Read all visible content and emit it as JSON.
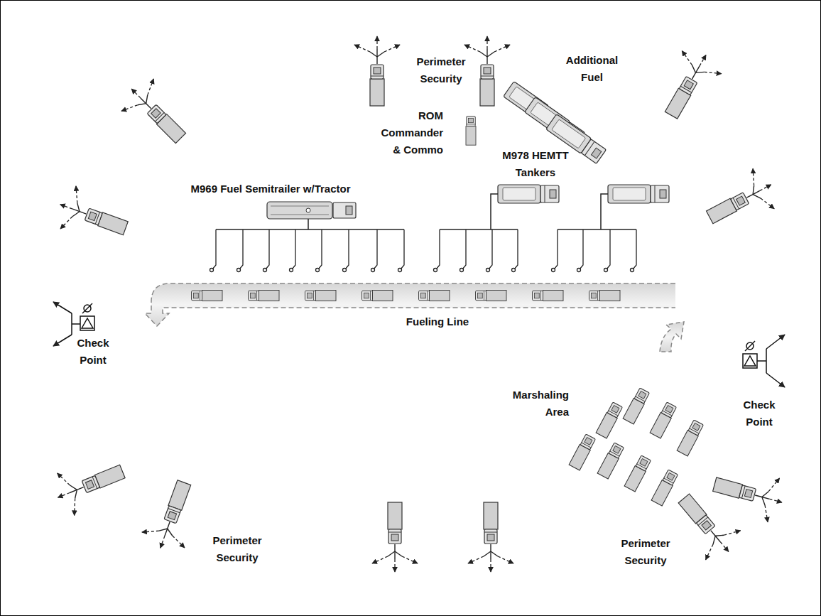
{
  "diagram": {
    "labels": [
      "Perimeter Security",
      "Additional Fuel",
      "ROM Commander & Commo",
      "M978 HEMTT Tankers",
      "M969 Fuel Semitrailer w/Tractor",
      "Fueling Line",
      "Check Point",
      "Check Point",
      "Marshaling Area",
      "Perimeter Security",
      "Perimeter Security"
    ]
  }
}
